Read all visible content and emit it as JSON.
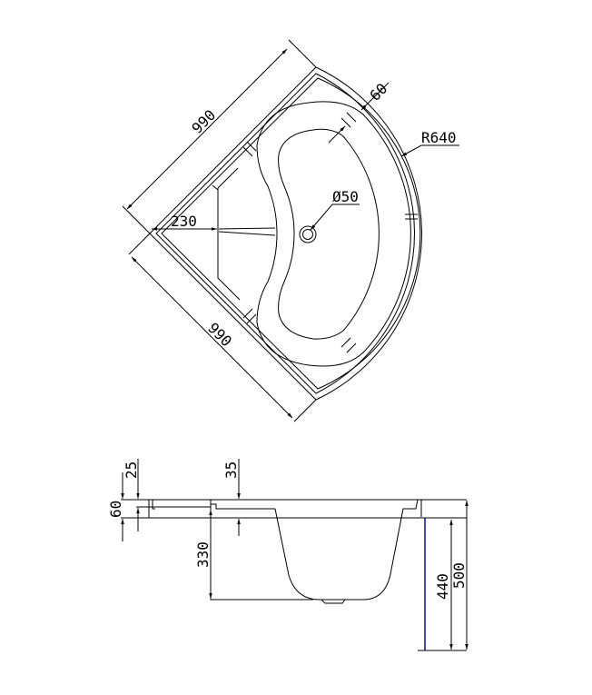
{
  "drawing": {
    "top_view": {
      "dim_side_top": "990",
      "dim_side_bottom": "990",
      "dim_seat_depth": "230",
      "dim_rim_width": "60",
      "dim_radius": "R640",
      "dim_drain": "Ø50"
    },
    "side_view": {
      "dim_rim_thickness": "60",
      "dim_rim_step": "25",
      "dim_seat_step": "35",
      "dim_bowl_depth": "330",
      "dim_leg_height": "440",
      "dim_total_height": "500"
    },
    "colors": {
      "line": "#000000",
      "leg_accent": "#1a1aa0"
    }
  }
}
